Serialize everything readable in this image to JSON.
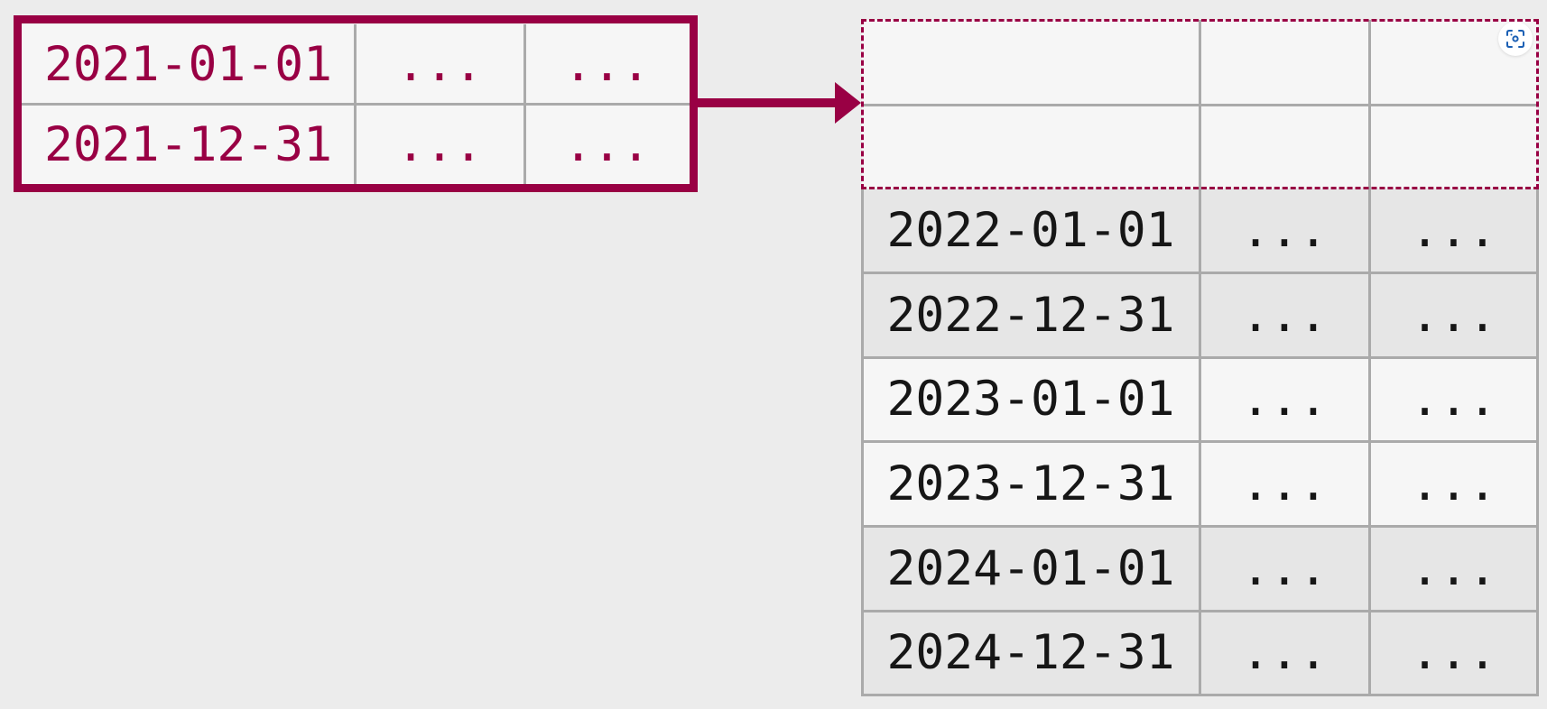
{
  "colors": {
    "accent": "#990044",
    "background": "#ececec",
    "cell_light": "#f6f6f6",
    "cell_dark": "#e6e6e6",
    "grid": "#aaaaaa",
    "text": "#161616",
    "icon_blue": "#1a5fb4"
  },
  "source_table": {
    "rows": [
      {
        "date": "2021-01-01",
        "col2": "...",
        "col3": "..."
      },
      {
        "date": "2021-12-31",
        "col2": "...",
        "col3": "..."
      }
    ]
  },
  "target_table": {
    "placeholder_rows": [
      {
        "date": "",
        "col2": "",
        "col3": ""
      },
      {
        "date": "",
        "col2": "",
        "col3": ""
      }
    ],
    "rows": [
      {
        "date": "2022-01-01",
        "col2": "...",
        "col3": "..."
      },
      {
        "date": "2022-12-31",
        "col2": "...",
        "col3": "..."
      },
      {
        "date": "2023-01-01",
        "col2": "...",
        "col3": "..."
      },
      {
        "date": "2023-12-31",
        "col2": "...",
        "col3": "..."
      },
      {
        "date": "2024-01-01",
        "col2": "...",
        "col3": "..."
      },
      {
        "date": "2024-12-31",
        "col2": "...",
        "col3": "..."
      }
    ]
  },
  "overlay": {
    "visual_search_icon": "lens-scan-icon"
  }
}
